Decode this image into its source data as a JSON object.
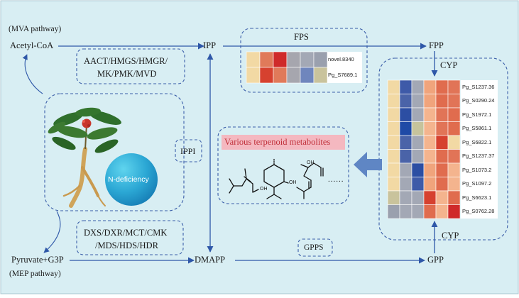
{
  "title_mva": "(MVA pathway)",
  "title_mep": "(MEP pathway)",
  "nodes": {
    "acetyl_coa": "Acetyl-CoA",
    "ipp": "IPP",
    "fpp": "FPP",
    "pyruvate_g3p": "Pyruvate+G3P",
    "dmapp": "DMAPP",
    "gpp": "GPP"
  },
  "enzymes": {
    "mva_line1": "AACT/HMGS/HMGR/",
    "mva_line2": "MK/PMK/MVD",
    "mep_line1": "DXS/DXR/MCT/CMK",
    "mep_line2": "/MDS/HDS/HDR",
    "fps": "FPS",
    "ippi": "IPPI",
    "gpps": "GPPS",
    "cyp_top": "CYP",
    "cyp_bottom": "CYP"
  },
  "n_deficiency": "N-deficiency",
  "metabolites_title": "Various terpenoid metabolites",
  "molecule_labels": {
    "oh1": "OH",
    "oh2": "OH",
    "oh3": "OH",
    "ellipsis": "......"
  },
  "fps_heatmap": {
    "rows": [
      {
        "label": "novel.8340",
        "colors": [
          "#f2d9a4",
          "#e07a5a",
          "#cf2a2a",
          "#a6a6ae",
          "#a3a8b5",
          "#9aa0ae"
        ]
      },
      {
        "label": "Pg_S7689.1",
        "colors": [
          "#f2d9a4",
          "#d6412f",
          "#e07a5a",
          "#a6a6ae",
          "#6f86bd",
          "#c9c39c"
        ]
      }
    ]
  },
  "cyp_heatmap": {
    "rows": [
      {
        "label": "Pg_S1237.36",
        "colors": [
          "#f2d9a4",
          "#3e5aa8",
          "#a3a8b5",
          "#f0a47c",
          "#e06c4e",
          "#e17457"
        ]
      },
      {
        "label": "Pg_S0290.24",
        "colors": [
          "#f2d9a4",
          "#4a63a8",
          "#a3a8b5",
          "#f0a47c",
          "#e06c4e",
          "#e17457"
        ]
      },
      {
        "label": "Pg_S1972.1",
        "colors": [
          "#f2d9a4",
          "#2c4ea3",
          "#a3a8b5",
          "#f4b48e",
          "#e17457",
          "#e06c4e"
        ]
      },
      {
        "label": "Pg_S5861.1",
        "colors": [
          "#f2d9a4",
          "#1f4aa6",
          "#c6c39c",
          "#f4b48e",
          "#e17457",
          "#e06c4e"
        ]
      },
      {
        "label": "Pg_S6822.1",
        "colors": [
          "#f2d9a4",
          "#4a63a8",
          "#a3a8b5",
          "#f4b48e",
          "#d6412f",
          "#f2d9a4"
        ]
      },
      {
        "label": "Pg_S1237.37",
        "colors": [
          "#f2d9a4",
          "#4a63a8",
          "#a3a8b5",
          "#f4b48e",
          "#e06c4e",
          "#e17457"
        ]
      },
      {
        "label": "Pg_S1073.2",
        "colors": [
          "#f2d9a4",
          "#a3a8b5",
          "#2c4ea3",
          "#f0a47c",
          "#e06c4e",
          "#f4b48e"
        ]
      },
      {
        "label": "Pg_S1097.2",
        "colors": [
          "#f2d9a4",
          "#a3a8b5",
          "#3e5aa8",
          "#f0a47c",
          "#e06c4e",
          "#f4b48e"
        ]
      },
      {
        "label": "Pg_S6623.1",
        "colors": [
          "#c9c39c",
          "#a3a8b5",
          "#a3a8b5",
          "#d6412f",
          "#f4b48e",
          "#e06c4e"
        ]
      },
      {
        "label": "Pg_S0762.28",
        "colors": [
          "#9aa0ae",
          "#a3a8b5",
          "#a3a8b5",
          "#e06c4e",
          "#f4b48e",
          "#cf2a2a"
        ]
      }
    ]
  },
  "colors": {
    "background": "#d8eef3",
    "frame": "#a9c7d0",
    "dash": "#3a5da8",
    "arrow": "#2e57a8",
    "pink_box": "#f4b8c0",
    "big_arrow": "#5f86c4",
    "circle_dark": "#1a8fc4",
    "circle_light": "#4cc8e8"
  }
}
